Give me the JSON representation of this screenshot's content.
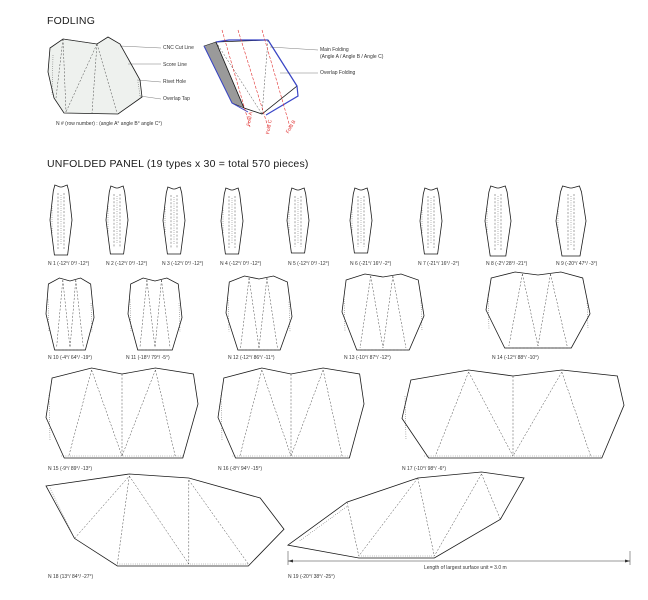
{
  "headings": {
    "folding": "FODLING",
    "unfolded": "UNFOLDED PANEL (19 types  x 30 = total 570 pieces)"
  },
  "legend": {
    "cnc_cut": "CNC Cut Line",
    "score": "Score Line",
    "rivet": "Rivet Hole",
    "overlap_tap": "Overlap Tap",
    "panel_naming": "N # (row number) : (angle A° angle B° angle C°)",
    "main_folding_1": "Main Folding",
    "main_folding_2": "(Angle A / Angle B / Angle C)",
    "overlap_folding": "Overlap Folding",
    "fold_a": "Fold A",
    "fold_b": "Fold B",
    "fold_c": "Fold C"
  },
  "panels": [
    "N 1 (-12°/ 0°/ -12°)",
    "N 2 (-12°/ 0°/ -12°)",
    "N 3 (-12°/ 0°/ -12°)",
    "N 4 (-12°/ 0°/ -12°)",
    "N 5 (-12°/ 0°/ -12°)",
    "N 6 (-21°/ 16°/ -2°)",
    "N 7 (-21°/ 16°/ -2°)",
    "N 8 (-2°/ 28°/ -21°)",
    "N 9 (-20°/ 47°/ -3°)",
    "N 10 (-4°/ 64°/ -19°)",
    "N 11 (-18°/ 79°/ -5°)",
    "N 12 (-12°/ 86°/ -11°)",
    "N 13 (-10°/ 87°/ -12°)",
    "N 14 (-12°/ 88°/ -10°)",
    "N 15 (-9°/ 89°/ -13°)",
    "N 16 (-8°/ 94°/ -15°)",
    "N 17 (-10°/ 98°/ -6°)",
    "N 18 (13°/ 84°/ -27°)",
    "N 19 (-20°/ 38°/ -25°)"
  ],
  "dimension_label": "Length of largest surface unit  = 3.0 m",
  "colors": {
    "fold_red": "#e03030",
    "overlap_blue": "#3a46c8",
    "shade_grey": "#9a9a9a"
  }
}
